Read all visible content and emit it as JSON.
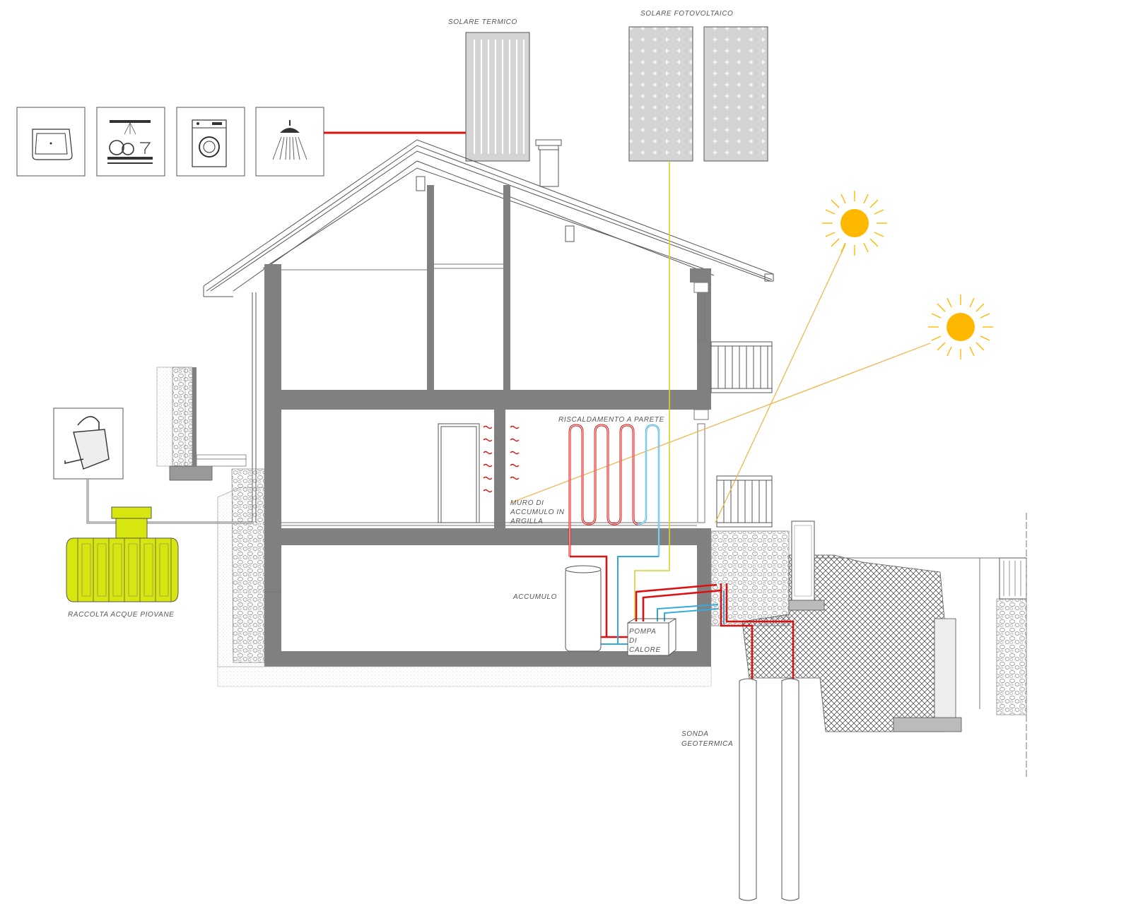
{
  "labels": {
    "solar_thermal": "SOLARE TERMICO",
    "photovoltaic": "SOLARE FOTOVOLTAICO",
    "wall_heating": "RISCALDAMENTO A PARETE",
    "clay_wall_line1": "MURO DI",
    "clay_wall_line2": "ACCUMULO IN",
    "clay_wall_line3": "ARGILLA",
    "storage": "ACCUMULO",
    "heat_pump_line1": "POMPA",
    "heat_pump_line2": "DI",
    "heat_pump_line3": "CALORE",
    "rainwater": "RACCOLTA ACQUE PIOVANE",
    "probe_line1": "SONDA",
    "probe_line2": "GEOTERMICA"
  },
  "icons": [
    "washbasin-icon",
    "dishwasher-icon",
    "washing-machine-icon",
    "shower-icon",
    "watering-can-icon",
    "sun-icon"
  ],
  "colors": {
    "wall": "#808080",
    "hot_pipe": "#dd1111",
    "cold_pipe": "#33aadd",
    "electric": "#d4d430",
    "sun": "#ffb800",
    "sun_ray": "#f0b040",
    "tank": "#d8e610",
    "panel": "#d4d4d4"
  }
}
